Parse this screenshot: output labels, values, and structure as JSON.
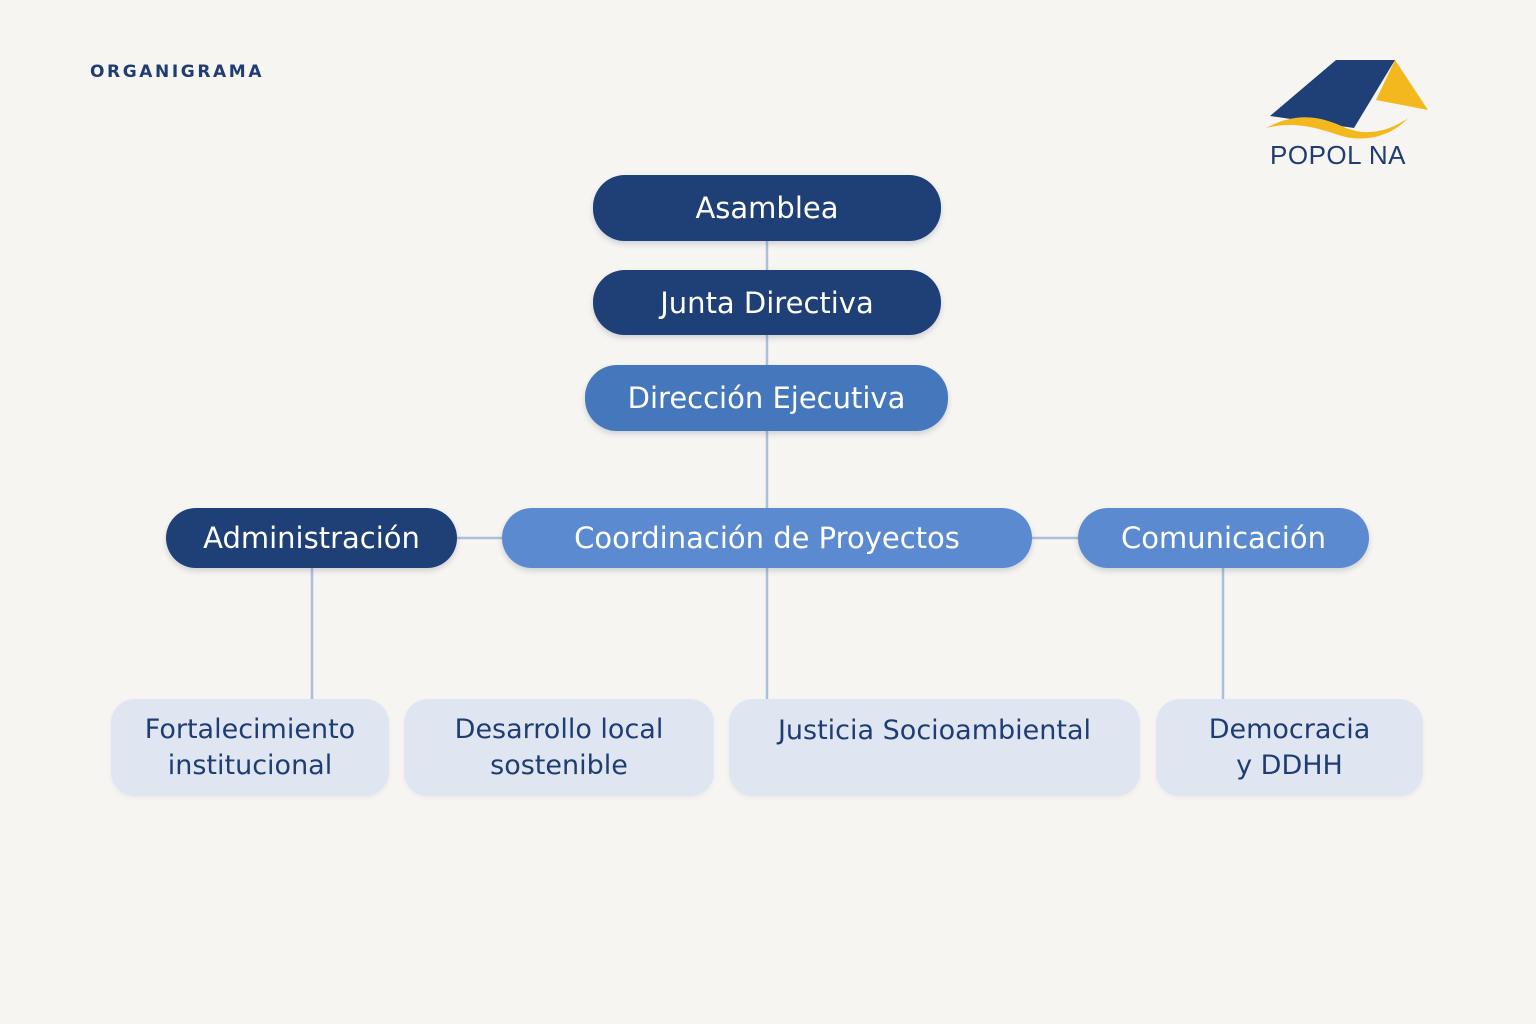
{
  "header": {
    "kicker": "ORGANIGRAMA"
  },
  "logo": {
    "name": "POPOL NA",
    "icon": "roof-wave-logo-icon"
  },
  "org": {
    "asamblea": "Asamblea",
    "junta": "Junta Directiva",
    "direccion": "Dirección Ejecutiva",
    "administracion": "Administración",
    "coordinacion": "Coordinación de Proyectos",
    "comunicacion": "Comunicación",
    "programs": {
      "fortalecimiento": [
        "Fortalecimiento",
        "institucional"
      ],
      "desarrollo": [
        "Desarrollo local",
        "sostenible"
      ],
      "justicia": "Justicia Socioambiental",
      "democracia": [
        "Democracia",
        "y DDHH"
      ]
    }
  },
  "colors": {
    "dark_blue": "#1f3f77",
    "medium_blue": "#4577bd",
    "light_blue": "#5b8ad0",
    "leaf_fill": "#dfe6f1",
    "connector": "#aac0dc",
    "accent_yellow": "#f2b81e",
    "background": "#f7f5f1"
  }
}
